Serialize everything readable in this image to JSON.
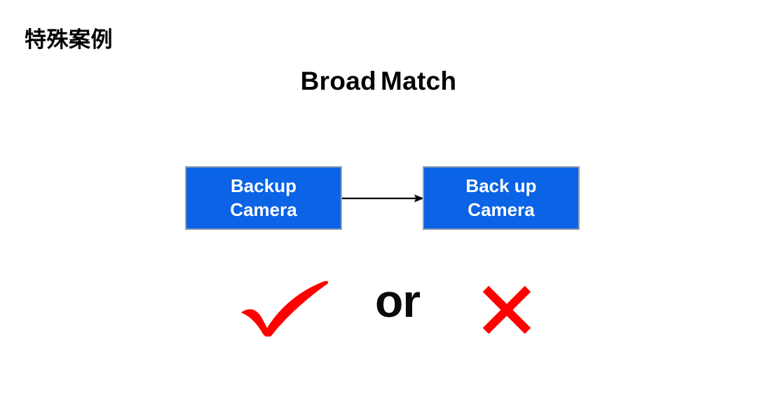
{
  "slide": {
    "title": "特殊案例",
    "background_color": "#FFFFFF"
  },
  "heading": {
    "word_1": "Broad",
    "word_2": "Match",
    "full_text": "Broad Match",
    "color": "#000000"
  },
  "flow": {
    "source_box": {
      "line_1": "Backup",
      "line_2": "Camera",
      "fill_color": "#0B63E5",
      "border_color": "#9AA3AD",
      "text_color": "#FFFFFF"
    },
    "arrow": {
      "icon": "arrow-right-icon",
      "color": "#000000",
      "direction": "right"
    },
    "target_box": {
      "line_1": "Back up",
      "line_2": "Camera",
      "fill_color": "#0B63E5",
      "border_color": "#9AA3AD",
      "text_color": "#FFFFFF"
    }
  },
  "verdict": {
    "check": {
      "icon": "check-mark-icon",
      "label": "✓",
      "color": "#FF0000"
    },
    "conjunction": {
      "label": "or",
      "color": "#0A0A0A"
    },
    "cross": {
      "icon": "cross-mark-icon",
      "label": "✕",
      "color": "#FF0000"
    }
  }
}
